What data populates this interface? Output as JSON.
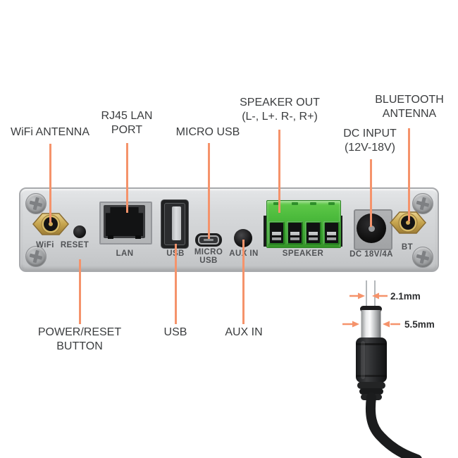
{
  "colors": {
    "accent_leader": "#F5936B",
    "panel_gray": "#d2d4d6",
    "terminal_green": "#4cbb3c",
    "sma_gold": "#c9a855"
  },
  "callouts": {
    "wifi_antenna": "WiFi ANTENNA",
    "rj45_lan_port": "RJ45 LAN\nPORT",
    "micro_usb": "MICRO USB",
    "speaker_out": "SPEAKER OUT\n(L-, L+. R-, R+)",
    "dc_input": "DC INPUT\n(12V-18V)",
    "bluetooth_antenna": "BLUETOOTH\nANTENNA",
    "power_reset_button": "POWER/RESET\nBUTTON",
    "usb": "USB",
    "aux_in": "AUX IN"
  },
  "panel_labels": {
    "wifi": "WiFi",
    "reset": "RESET",
    "lan": "LAN",
    "usb": "USB",
    "micro_usb": "MICRO\nUSB",
    "aux_in": "AUX IN",
    "speaker": "SPEAKER",
    "dc": "DC 18V/4A",
    "bt": "BT"
  },
  "plug_measurements": {
    "inner_diameter": "2.1mm",
    "outer_diameter": "5.5mm"
  }
}
